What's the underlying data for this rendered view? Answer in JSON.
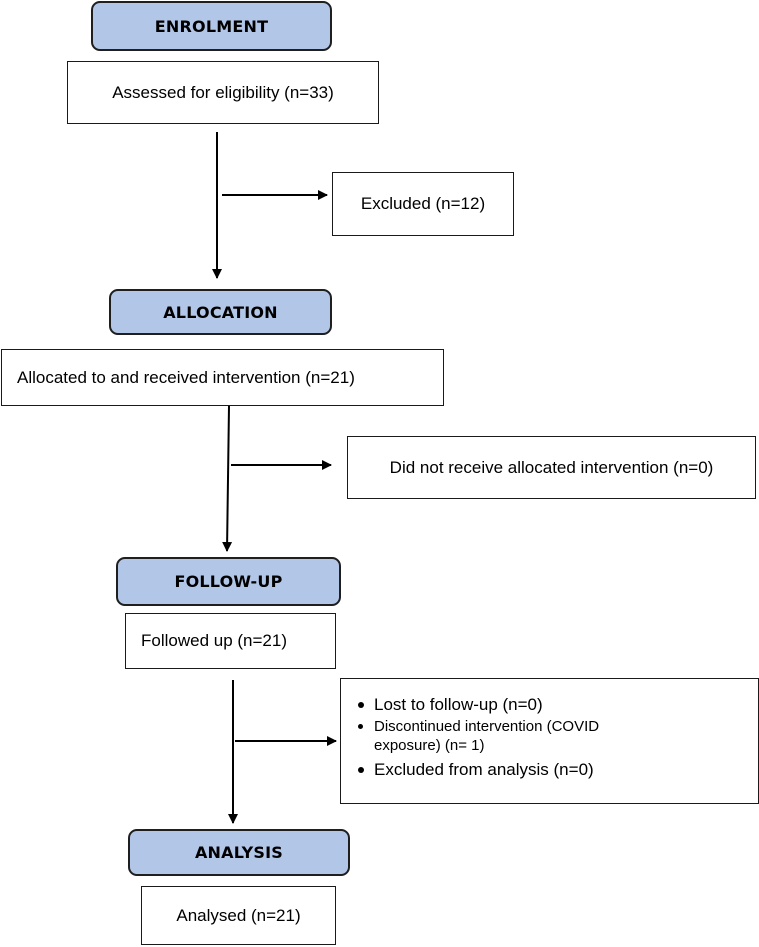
{
  "stages": {
    "enrolment": "ENROLMENT",
    "allocation": "ALLOCATION",
    "follow_up": "FOLLOW-UP",
    "analysis": "ANALYSIS"
  },
  "boxes": {
    "assessed": "Assessed for eligibility (n=33)",
    "excluded": "Excluded (n=12)",
    "allocated": "Allocated to and received intervention (n=21)",
    "not_received": "Did not receive allocated intervention (n=0)",
    "followed_up": "Followed up (n=21)",
    "analysed": "Analysed (n=21)"
  },
  "followup_exclusions": [
    "Lost to follow-up (n=0)",
    "Discontinued intervention (COVID exposure) (n= 1)",
    "Excluded from analysis (n=0)"
  ]
}
